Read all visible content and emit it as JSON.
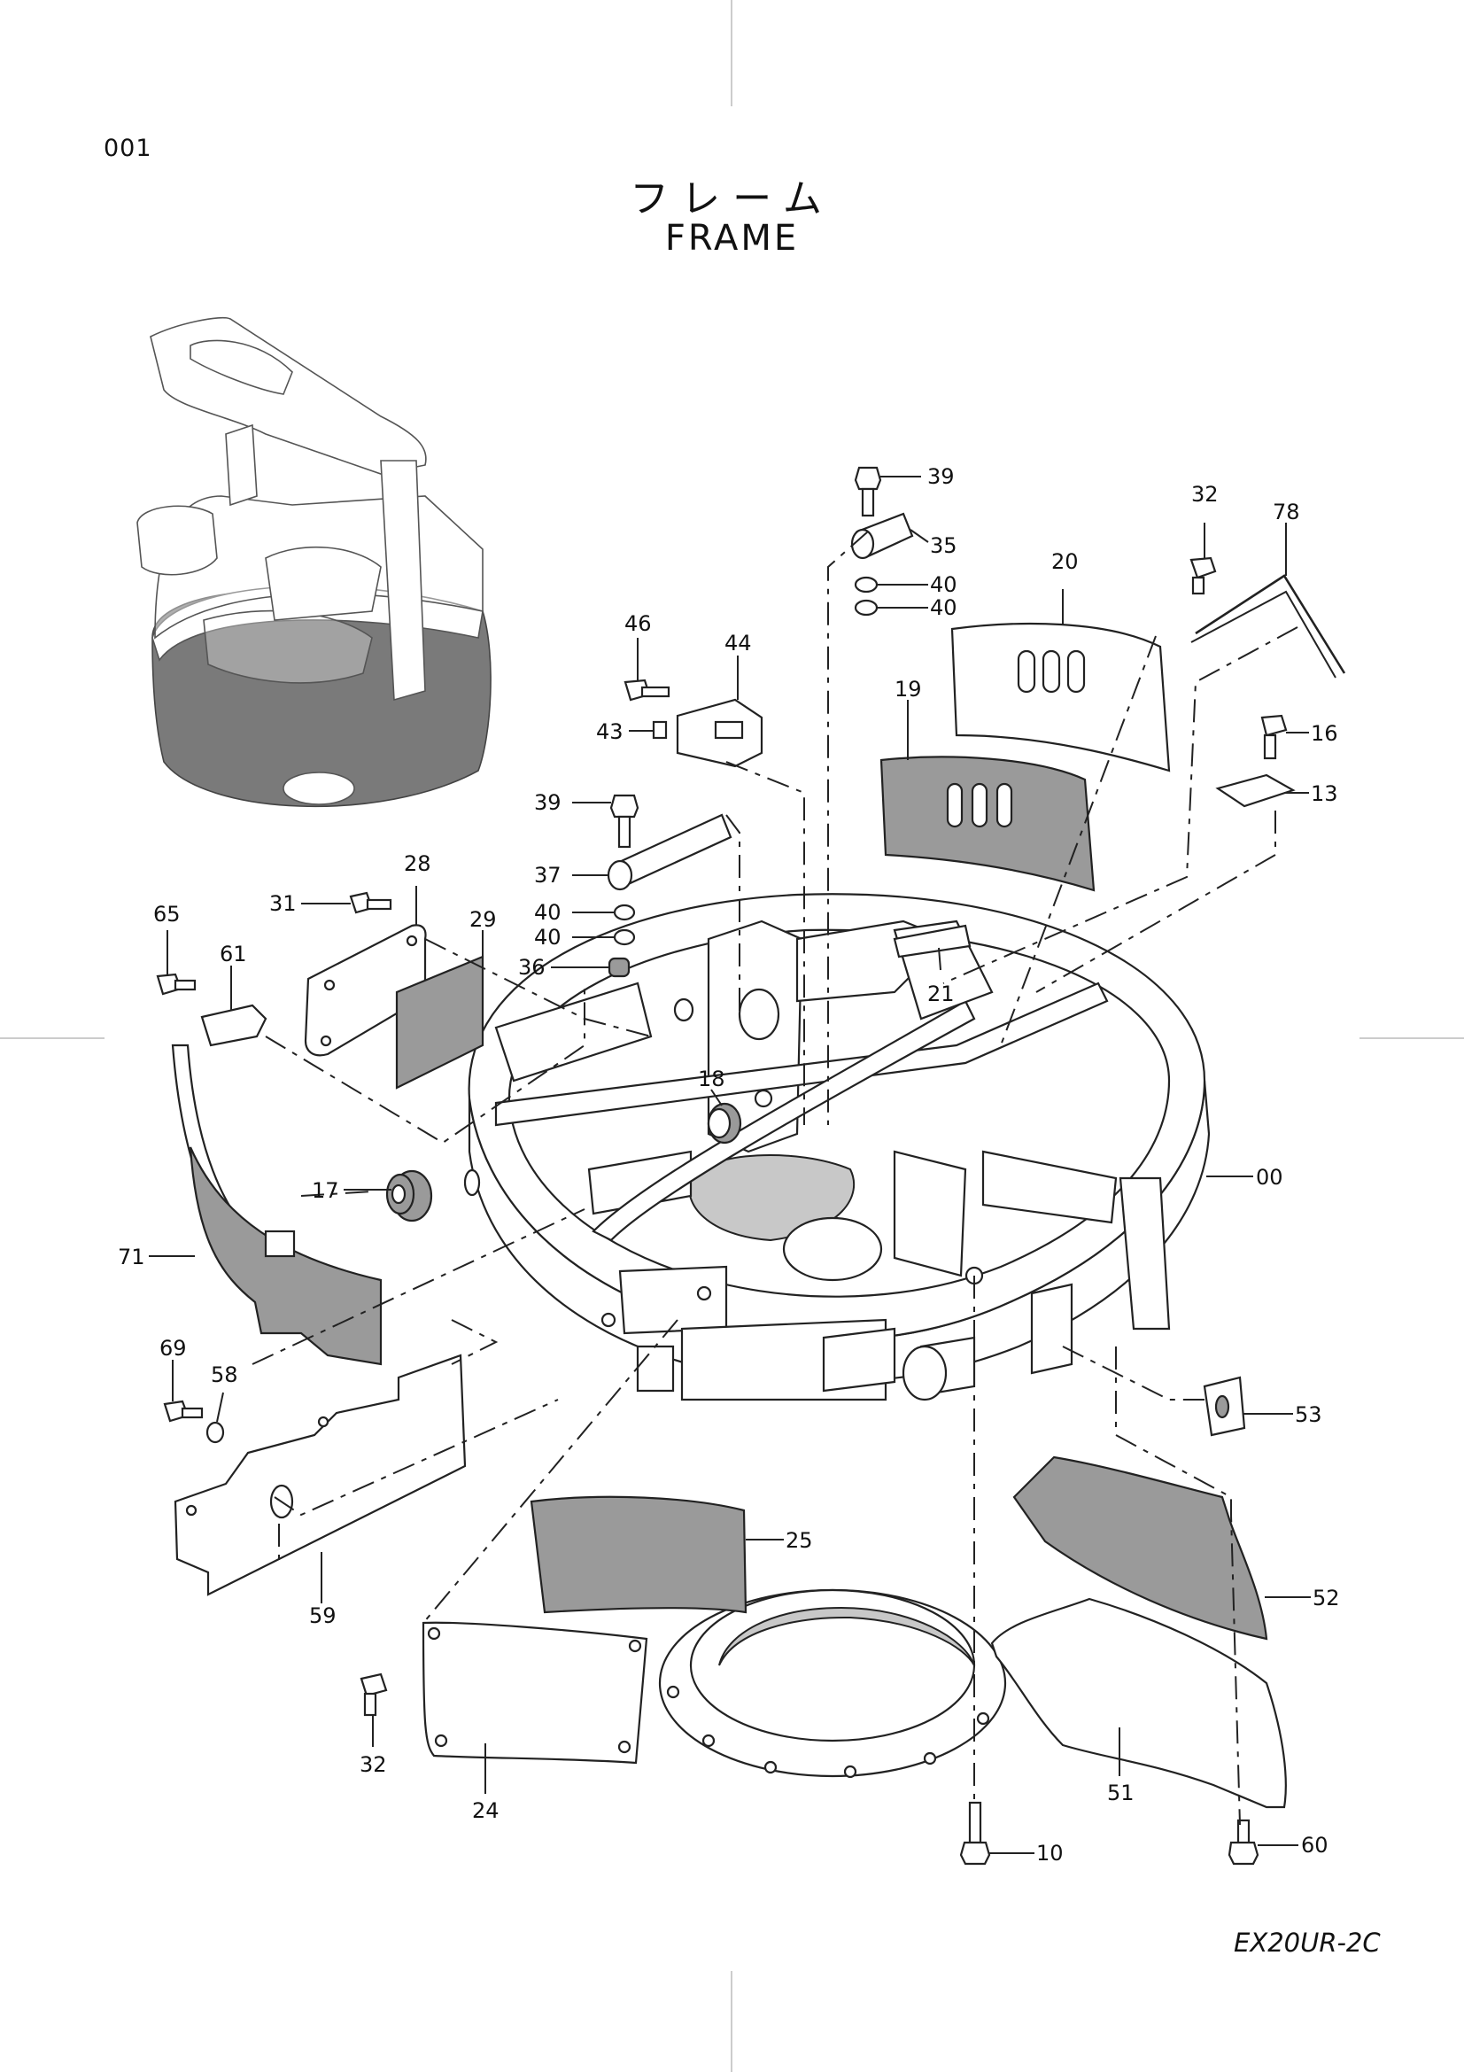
{
  "page_number": "001",
  "title_jp": "フレーム",
  "title_en": "FRAME",
  "model_code": "EX20UR-2C",
  "callouts": [
    "39",
    "35",
    "40",
    "40",
    "32",
    "78",
    "20",
    "46",
    "44",
    "43",
    "19",
    "16",
    "13",
    "39",
    "37",
    "40",
    "40",
    "36",
    "21",
    "28",
    "31",
    "65",
    "29",
    "61",
    "18",
    "17",
    "00",
    "71",
    "69",
    "58",
    "53",
    "25",
    "52",
    "59",
    "32",
    "24",
    "51",
    "10",
    "60"
  ]
}
